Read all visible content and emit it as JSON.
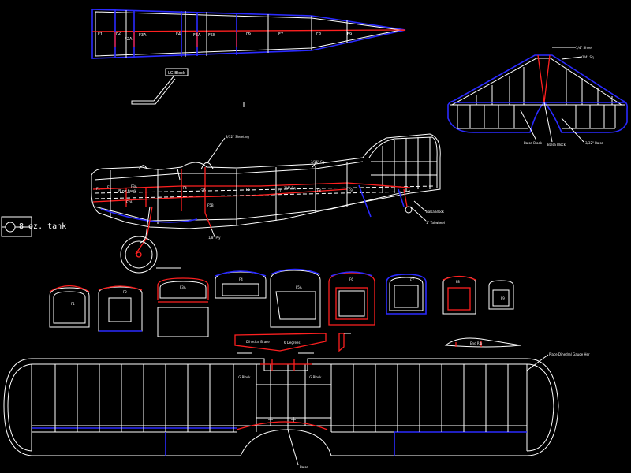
{
  "colors": {
    "background": "#000000",
    "line": "#ffffff",
    "spar": "#ff2020",
    "outline": "#2a2aff"
  },
  "top_view": {
    "formers": [
      "F1",
      "F2",
      "F2A",
      "F3A",
      "F4",
      "F5A",
      "F5B",
      "F6",
      "F7",
      "F8",
      "F9"
    ]
  },
  "lg_block": "LG Block",
  "tail": {
    "spar_label": "1/4\" Sheet",
    "sq_label": "1/4\" Sq",
    "left_horn": "Balsa Block",
    "center_horn": "Balsa Block",
    "right_horn": "3/32\" Balsa"
  },
  "fuselage": {
    "sheeting": "3/32\" Sheeting",
    "sq_label": "3/16\" Sq",
    "stringer_label": "1/4\" Sq",
    "tank_text": "8 oz tank",
    "ply_label": "1/8\" Ply",
    "balsa_block": "Balsa Block",
    "tailwheel": "1\" Tailwheel",
    "formers": [
      "F1",
      "F2",
      "F2A",
      "F3A",
      "F4",
      "F5A",
      "F5B",
      "F6",
      "F7",
      "F8",
      "F9"
    ]
  },
  "tank_box": {
    "text": "8 oz. tank"
  },
  "sections": [
    "F1",
    "F2",
    "F3A",
    "F4",
    "F5A",
    "F6",
    "F7",
    "F8",
    "F9"
  ],
  "dihedral": {
    "label_a": "Dihedral Brace",
    "label_b": "6 Degrees"
  },
  "end_rib": "End Rib",
  "dihedral_gauge": "Place Dihedral Gauge Her",
  "wing": {
    "lg_left": "LG Block",
    "lg_right": "LG Block",
    "center_note": "Balsa"
  }
}
